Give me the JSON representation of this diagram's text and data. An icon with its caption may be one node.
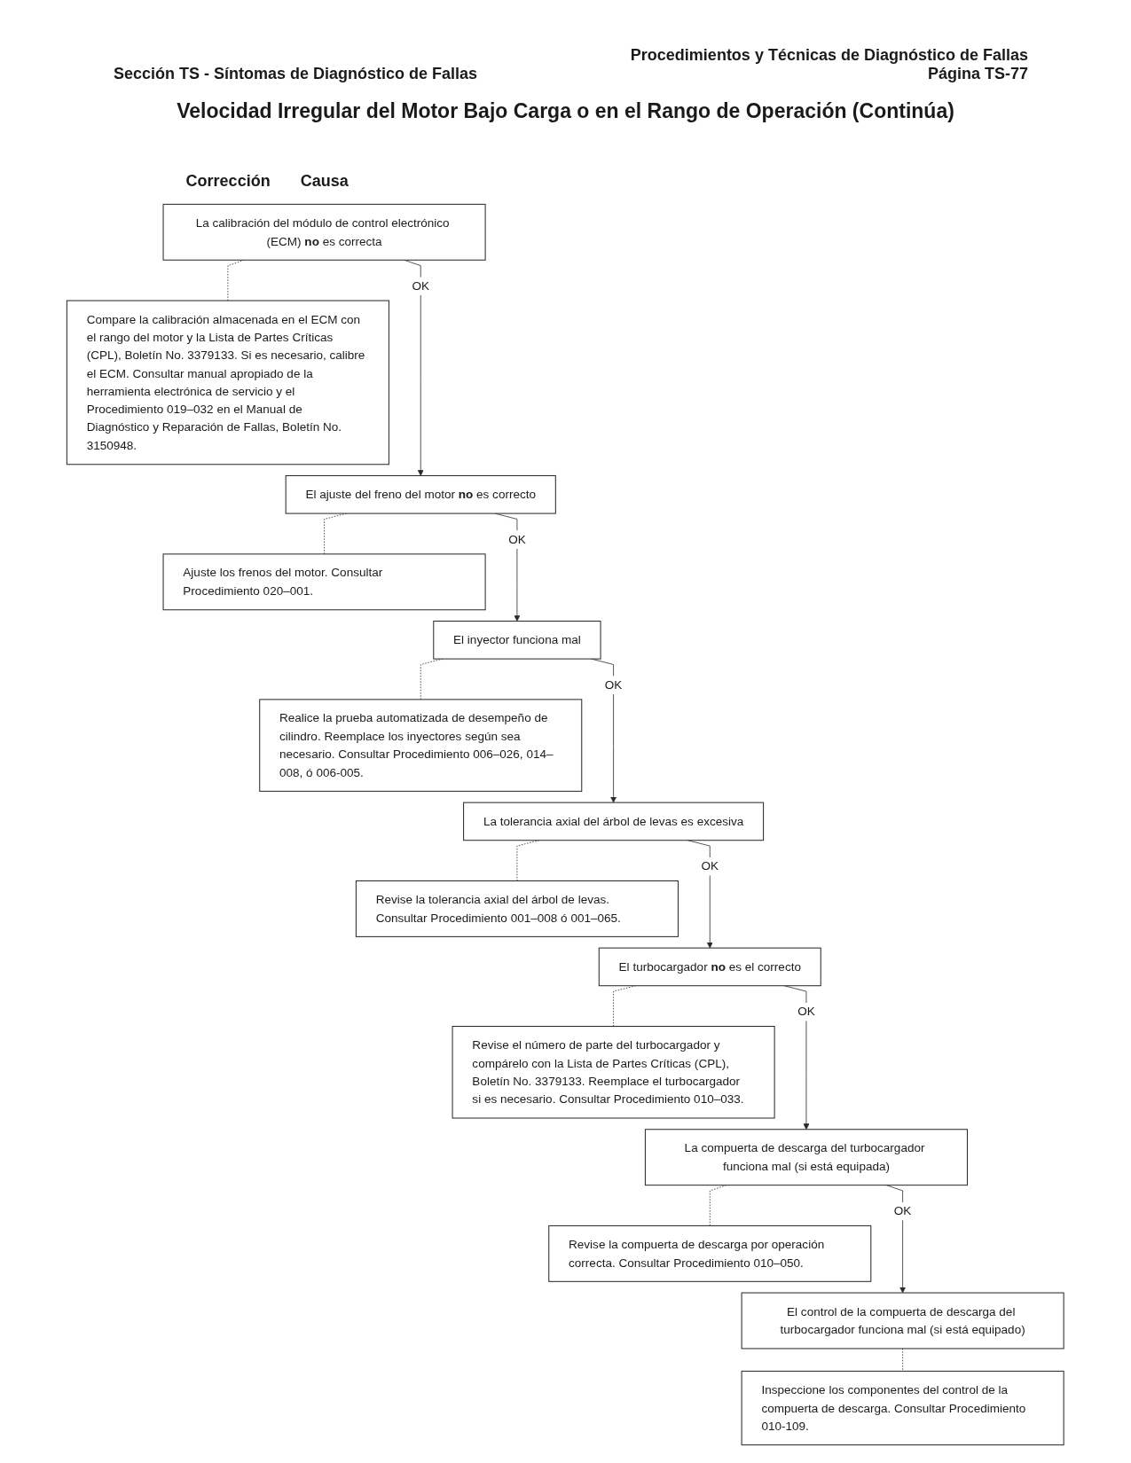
{
  "diagram": {
    "title": "Velocidad Irregular del Motor Bajo Carga o en el Rango de Operación (Continúa)",
    "nodes": [
      {
        "text": [
          "La calibración del módulo de control electrónico (ECM) **no** es correcta"
        ]
      },
      {
        "text": [
          "Compare la calibración almacenada en el ECM con el rango del motor y la Lista de Partes Críticas (CPL), Boletín No. 3379133. Si es necesario, calibre el ECM. Consultar manual apropiado de la herramienta electrónica de servicio y el Procedimiento 019–032 en el Manual de Diagnóstico y Reparación de Fallas, Boletín No. 3150948."
        ]
      },
      {
        "text": [
          "El ajuste del freno del motor **no** es correcto"
        ]
      },
      {
        "text": [
          "Ajuste los frenos del motor. Consultar Procedimiento 020–001."
        ]
      },
      {
        "text": [
          "El inyector funciona mal"
        ]
      },
      {
        "text": [
          "Realice la prueba automatizada de desempeño de cilindro. Reemplace los inyectores según sea necesario. Consultar Procedimiento 006–026, 014–008, ó 006-005."
        ]
      },
      {
        "text": [
          "La tolerancia axial del árbol de levas es excesiva"
        ]
      },
      {
        "text": [
          "Revise la tolerancia axial del árbol de levas. Consultar Procedimiento 001–008 ó 001–065."
        ]
      },
      {
        "text": [
          "El turbocargador **no** es el correcto"
        ]
      },
      {
        "text": [
          "Revise el número de parte del turbocargador y compárelo con la Lista de Partes Críticas (CPL), Boletín No. 3379133. Reemplace el turbocargador si es necesario. Consultar Procedimiento 010–033."
        ]
      },
      {
        "text": [
          "La compuerta de descarga del turbocargador funciona mal (si está equipada)"
        ]
      },
      {
        "text": [
          "Revise la compuerta de descarga por operación correcta. Consultar Procedimiento 010–050."
        ]
      },
      {
        "text": [
          "El control de la compuerta de descarga del turbocargador funciona mal (si está equipado)"
        ]
      },
      {
        "text": [
          "Inspeccione los componentes del control de la compuerta de descarga. Consultar Procedimiento 010-109."
        ]
      }
    ],
    "edges": [
      {
        "from": 0,
        "to": 2,
        "arrow": "to",
        "label": "OK"
      },
      {
        "from": 0,
        "to": 1,
        "arrow": "none",
        "style": "dashed"
      },
      {
        "from": 2,
        "to": 4,
        "arrow": "to",
        "label": "OK"
      },
      {
        "from": 2,
        "to": 3,
        "arrow": "none",
        "style": "dashed"
      },
      {
        "from": 4,
        "to": 6,
        "arrow": "to",
        "label": "OK"
      },
      {
        "from": 4,
        "to": 5,
        "arrow": "none",
        "style": "dashed"
      },
      {
        "from": 6,
        "to": 8,
        "arrow": "to",
        "label": "OK"
      },
      {
        "from": 6,
        "to": 7,
        "arrow": "none",
        "style": "dashed"
      },
      {
        "from": 8,
        "to": 10,
        "arrow": "to",
        "label": "OK"
      },
      {
        "from": 8,
        "to": 9,
        "arrow": "none",
        "style": "dashed"
      },
      {
        "from": 10,
        "to": 12,
        "arrow": "to",
        "label": "OK"
      },
      {
        "from": 10,
        "to": 11,
        "arrow": "none",
        "style": "dashed"
      },
      {
        "from": 12,
        "to": 13,
        "arrow": "none",
        "style": "dashed"
      }
    ],
    "labels": [
      "Procedimientos y Técnicas de Diagnóstico de Fallas",
      "Sección TS - Síntomas de Diagnóstico de Fallas",
      "Página TS-77",
      "Causa",
      "Corrección"
    ]
  }
}
